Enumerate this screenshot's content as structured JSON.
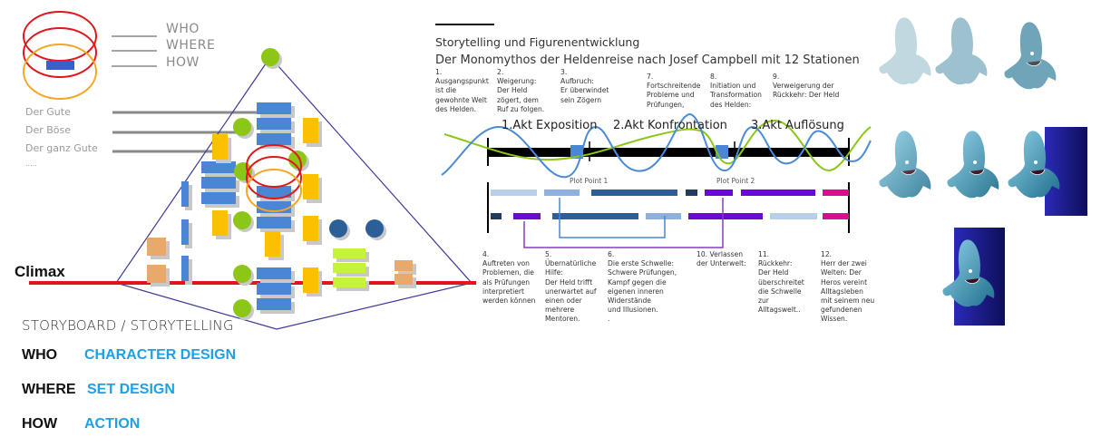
{
  "legend": {
    "who": "WHO",
    "where": "WHERE",
    "how": "HOW"
  },
  "characters": [
    "Der Gute",
    "Der Böse",
    "Der ganz Gute",
    "....."
  ],
  "climax_label": "Climax",
  "storyboard": {
    "title": "STORYBOARD / STORYTELLING",
    "rows": [
      {
        "key": "WHO",
        "value": "CHARACTER DESIGN"
      },
      {
        "key": "WHERE",
        "value": "SET DESIGN"
      },
      {
        "key": "HOW",
        "value": "ACTION"
      }
    ]
  },
  "colors": {
    "red": "#e3141b",
    "orange": "#f5a623",
    "blue_block": "#4a86d4",
    "yellow_block": "#fbc100",
    "green_dot": "#8cc617",
    "navy_dot": "#2c5e97",
    "lime_block": "#c6f23a",
    "tan_block": "#e8a96a",
    "triangle": "#3b3b9a",
    "accent_text": "#1ea0e6",
    "curve_blue": "#4a8ad8",
    "curve_green": "#8cc617",
    "purple": "#6a0ad0",
    "magenta": "#d60f8e"
  },
  "hero_journey": {
    "title": "Storytelling und Figurenentwicklung",
    "subtitle": "Der Monomythos der Heldenreise nach Josef Campbell mit 12 Stationen",
    "acts": [
      "1.Akt Exposition",
      "2.Akt Konfrontation",
      "3.Akt Auflösung"
    ],
    "plot_points": [
      "Plot Point 1",
      "Plot Point 2"
    ],
    "stations_top": [
      {
        "num": "1.",
        "text": "Ausgangspunkt\nist die\ngewohnte Welt\ndes Helden."
      },
      {
        "num": "2.",
        "text": "Weigerung:\nDer Held\nzögert, dem\nRuf zu folgen."
      },
      {
        "num": "3.",
        "text": "Aufbruch:\nEr überwindet\nsein Zögern"
      },
      {
        "num": "7.",
        "text": "Fortschreitende\nProbleme und\nPrüfungen,"
      },
      {
        "num": "8.",
        "text": "Initiation und\nTransformation\ndes Helden:"
      },
      {
        "num": "9.",
        "text": "Verweigerung der\nRückkehr: Der Held"
      }
    ],
    "stations_bottom": [
      {
        "num": "4.",
        "text": "Auftreten von\nProblemen, die\nals Prüfungen\ninterpretiert\nwerden können"
      },
      {
        "num": "5.",
        "text": "Übernatürliche\nHilfe:\nDer Held trifft\nunerwartet auf\neinen oder\nmehrere\nMentoren."
      },
      {
        "num": "6.",
        "text": "Die erste Schwelle:\nSchwere Prüfungen,\nKampf gegen die\neigenen inneren\nWiderstände\nund Illusionen.\n."
      },
      {
        "num": "10. Verlassen",
        "text": "der Unterwelt:"
      },
      {
        "num": "11.",
        "text": "Rückkehr:\nDer Held\nüberschreitet\ndie Schwelle\nzur\nAlltagswelt.."
      },
      {
        "num": "12.",
        "text": "Herr der zwei\nWelten: Der\nHeros vereint\nAlltagsleben\nmit seinem neu\ngefundenen\nWissen."
      }
    ]
  },
  "character_sketches": {
    "stages": [
      "sketch-1",
      "sketch-2",
      "sketch-3",
      "render-4",
      "render-5",
      "render-6",
      "final-7"
    ]
  }
}
